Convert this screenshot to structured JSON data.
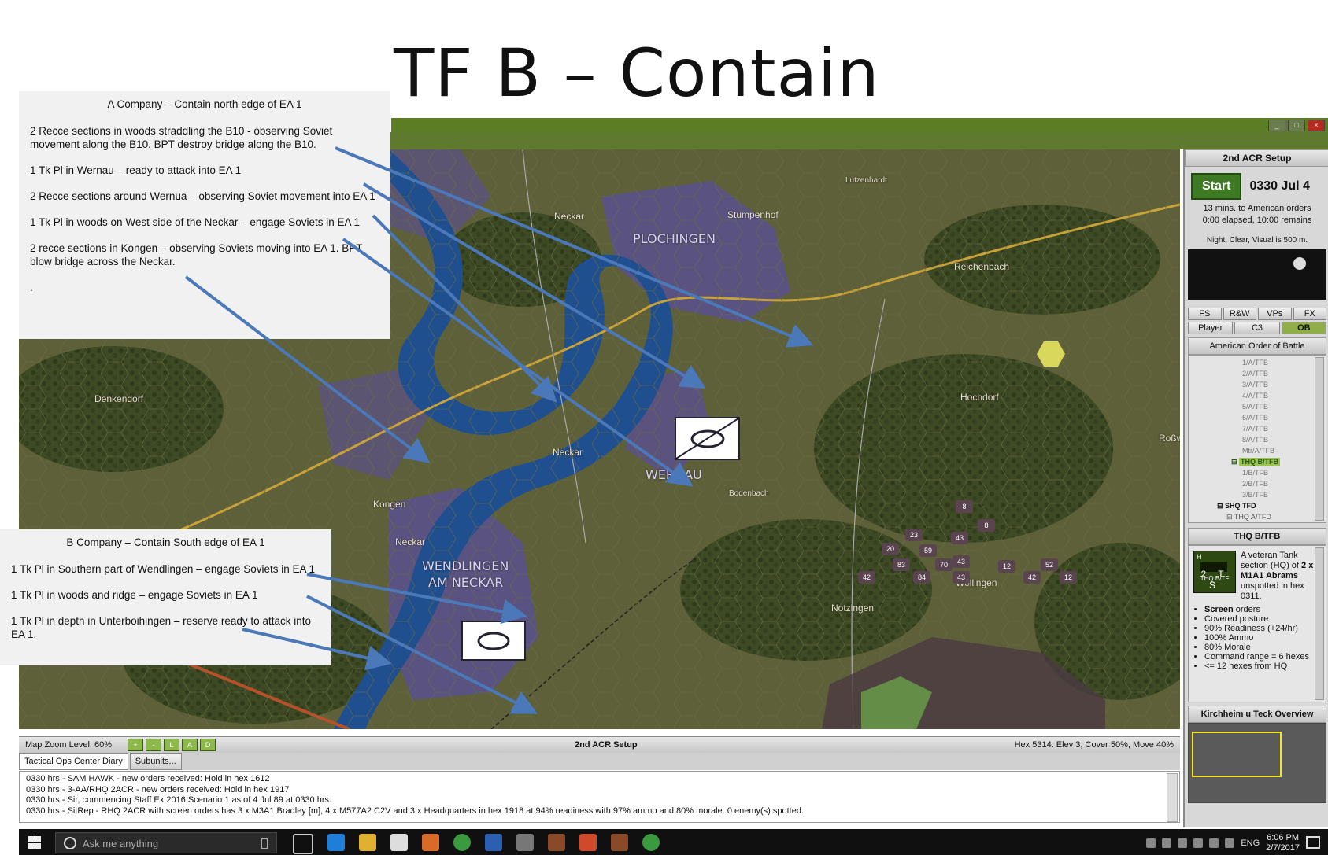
{
  "slide": {
    "title": "TF B – Contain"
  },
  "boxA": {
    "header": "A Company – Contain north edge of EA 1",
    "items": [
      "2 Recce sections in woods straddling the B10  - observing Soviet movement along the B10.  BPT destroy bridge along the B10.",
      "1 Tk Pl in Wernau – ready to attack into EA 1",
      "2 Recce sections around Wernua – observing Soviet movement into EA 1",
      "1 Tk Pl in woods on West side of the Neckar – engage Soviets in EA 1",
      "2 recce sections in Kongen – observing Soviets moving into EA 1.  BPT blow bridge across the Neckar.",
      "."
    ]
  },
  "boxB": {
    "header": "B Company – Contain South edge of EA 1",
    "items": [
      "1 Tk Pl in Southern part of Wendlingen – engage Soviets in EA 1",
      "1 Tk Pl in woods  and ridge – engage Soviets in EA 1",
      "1 Tk Pl in depth in Unterboihingen – reserve ready to attack into EA 1."
    ]
  },
  "map": {
    "labels": {
      "plochingen": "PLOCHINGEN",
      "wernau": "WERNAU",
      "wendlingen1": "WENDLINGEN",
      "wendlingen2": "AM NECKAR",
      "neckar1": "Neckar",
      "neckar2": "Neckar",
      "neckar3": "Neckar",
      "kongen": "Kongen",
      "denkendorf": "Denkendorf",
      "stumpenhof": "Stumpenhof",
      "reichenbach": "Reichenbach",
      "hochdorf": "Hochdorf",
      "wellingen": "Wellingen",
      "notzingen": "Notzingen",
      "lutzenhardt": "Lutzenhardt",
      "bodenbach": "Bodenbach",
      "rossw": "Roßw"
    },
    "counters": [
      "8",
      "8",
      "23",
      "43",
      "20",
      "59",
      "43",
      "83",
      "70",
      "12",
      "52",
      "42",
      "84",
      "43",
      "42",
      "12"
    ]
  },
  "side": {
    "header": "2nd ACR Setup",
    "start": "Start",
    "datetime": "0330 Jul 4",
    "orders_time": "13 mins. to American orders",
    "elapsed": "0:00 elapsed, 10:00 remains",
    "weather": "Night, Clear, Visual is 500 m.",
    "tabs_row1": [
      "FS",
      "R&W",
      "VPs",
      "FX"
    ],
    "tabs_row2": [
      "Player",
      "C3",
      "OB"
    ],
    "ob_header": "American Order of Battle",
    "tree": [
      "1/A/TFB",
      "2/A/TFB",
      "3/A/TFB",
      "4/A/TFB",
      "5/A/TFB",
      "6/A/TFB",
      "7/A/TFB",
      "8/A/TFB",
      "Mtr/A/TFB"
    ],
    "tree_selected": "THQ B/TFB",
    "tree_b": [
      "1/B/TFB",
      "2/B/TFB",
      "3/B/TFB"
    ],
    "tree_shq": "SHQ TFD",
    "tree_thq": "THQ A/TFD",
    "unit_header": "THQ B/TFB",
    "unit_icon_label": "THQ B/TF",
    "unit_icon_h": "H",
    "unit_icon_nums": "2 T S",
    "unit_desc1": "A veteran Tank section (HQ) of ",
    "unit_desc_bold": "2 x M1A1 Abrams",
    "unit_desc2": " unspotted in hex 0311.",
    "unit_list_bold": "Screen",
    "unit_list_first_rest": " orders",
    "unit_list": [
      "Covered posture",
      "90% Readiness (+24/hr)",
      "100% Ammo",
      "80% Morale",
      "Command range = 6 hexes",
      "<= 12 hexes from HQ"
    ],
    "overview_header": "Kirchheim u Teck Overview"
  },
  "status": {
    "zoom": "Map Zoom Level: 60%",
    "zoom_btns": [
      "+",
      "-",
      "L",
      "A",
      "D"
    ],
    "center": "2nd ACR Setup",
    "right": "Hex 5314: Elev 3, Cover 50%, Move 40%"
  },
  "diary": {
    "tabs": [
      "Tactical Ops Center Diary",
      "Subunits..."
    ],
    "lines": [
      "0330 hrs - SAM HAWK - new orders received: Hold in hex 1612",
      "0330 hrs - 3-AA/RHQ 2ACR - new orders received: Hold in hex 1917",
      "0330 hrs - Sir, commencing Staff Ex 2016 Scenario 1 as of 4 Jul 89 at 0330 hrs.",
      "0330 hrs - SitRep - RHQ 2ACR with screen orders has 3 x M3A1 Bradley [m], 4 x M577A2 C2V and 3 x Headquarters in hex 1918 at 94% readiness with 97% ammo and 80% morale.  0 enemy(s) spotted."
    ]
  },
  "taskbar": {
    "search": "Ask me anything",
    "lang": "ENG",
    "time": "6:06 PM",
    "date": "2/7/2017"
  },
  "colors": {
    "arrow": "#4a78b8",
    "map_bg": "#5a5c38",
    "river": "#1f4f8f",
    "urban": "#5a4f9a",
    "accent_green": "#3d7a23"
  }
}
